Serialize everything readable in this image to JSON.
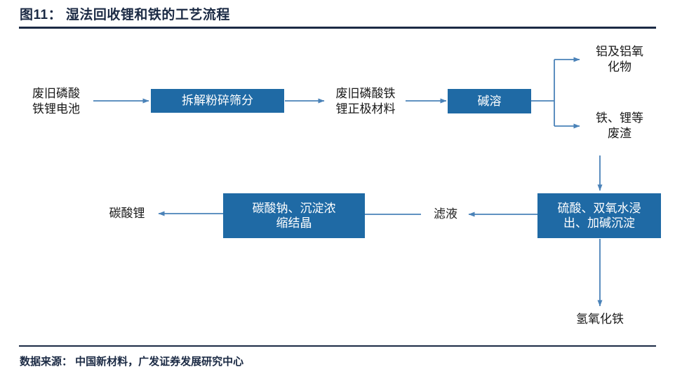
{
  "figure": {
    "title": "图11： 湿法回收锂和铁的工艺流程",
    "source": "数据来源： 中国新材料，广发证券发展研究中心",
    "accent_color": "#1f6aa5",
    "rule_color": "#1b2a44",
    "arrow_color": "#4a82b8"
  },
  "chart_data": {
    "type": "diagram",
    "title": "图11： 湿法回收锂和铁的工艺流程",
    "nodes": [
      {
        "id": "n1",
        "label": "废旧磷酸\n铁锂电池",
        "style": "plain"
      },
      {
        "id": "n2",
        "label": "拆解粉碎筛分",
        "style": "box"
      },
      {
        "id": "n3",
        "label": "废旧磷酸铁\n锂正极材料",
        "style": "plain"
      },
      {
        "id": "n4",
        "label": "碱溶",
        "style": "box"
      },
      {
        "id": "n5",
        "label": "铝及铝氧\n化物",
        "style": "plain"
      },
      {
        "id": "n6",
        "label": "铁、锂等\n废渣",
        "style": "plain"
      },
      {
        "id": "n7",
        "label": "硫酸、双氧水浸\n出、加碱沉淀",
        "style": "box"
      },
      {
        "id": "n8",
        "label": "氢氧化铁",
        "style": "plain"
      },
      {
        "id": "n9",
        "label": "滤液",
        "style": "plain"
      },
      {
        "id": "n10",
        "label": "碳酸钠、沉淀浓\n缩结晶",
        "style": "box"
      },
      {
        "id": "n11",
        "label": "碳酸锂",
        "style": "plain"
      }
    ],
    "edges": [
      {
        "from": "n1",
        "to": "n2",
        "direction": "right"
      },
      {
        "from": "n2",
        "to": "n3",
        "direction": "right"
      },
      {
        "from": "n3",
        "to": "n4",
        "direction": "right"
      },
      {
        "from": "n4",
        "to": "n5",
        "direction": "branch-up-right"
      },
      {
        "from": "n4",
        "to": "n6",
        "direction": "branch-down-right"
      },
      {
        "from": "n6",
        "to": "n7",
        "direction": "down"
      },
      {
        "from": "n7",
        "to": "n8",
        "direction": "down"
      },
      {
        "from": "n7",
        "to": "n9",
        "direction": "left"
      },
      {
        "from": "n9",
        "to": "n10",
        "direction": "left"
      },
      {
        "from": "n10",
        "to": "n11",
        "direction": "left"
      }
    ]
  },
  "nodes": {
    "waste_battery": {
      "line1": "废旧磷酸",
      "line2": "铁锂电池"
    },
    "dismantle": {
      "line1": "拆解粉碎筛分"
    },
    "cathode_material": {
      "line1": "废旧磷酸铁",
      "line2": "锂正极材料"
    },
    "alkali_dissolve": {
      "line1": "碱溶"
    },
    "aluminum_oxide": {
      "line1": "铝及铝氧",
      "line2": "化物"
    },
    "iron_lithium_slag": {
      "line1": "铁、锂等",
      "line2": "废渣"
    },
    "acid_leach": {
      "line1": "硫酸、双氧水浸",
      "line2": "出、加碱沉淀"
    },
    "ferric_hydroxide": {
      "line1": "氢氧化铁"
    },
    "filtrate": {
      "line1": "滤液"
    },
    "sodium_carbonate": {
      "line1": "碳酸钠、沉淀浓",
      "line2": "缩结晶"
    },
    "lithium_carbonate": {
      "line1": "碳酸锂"
    }
  }
}
